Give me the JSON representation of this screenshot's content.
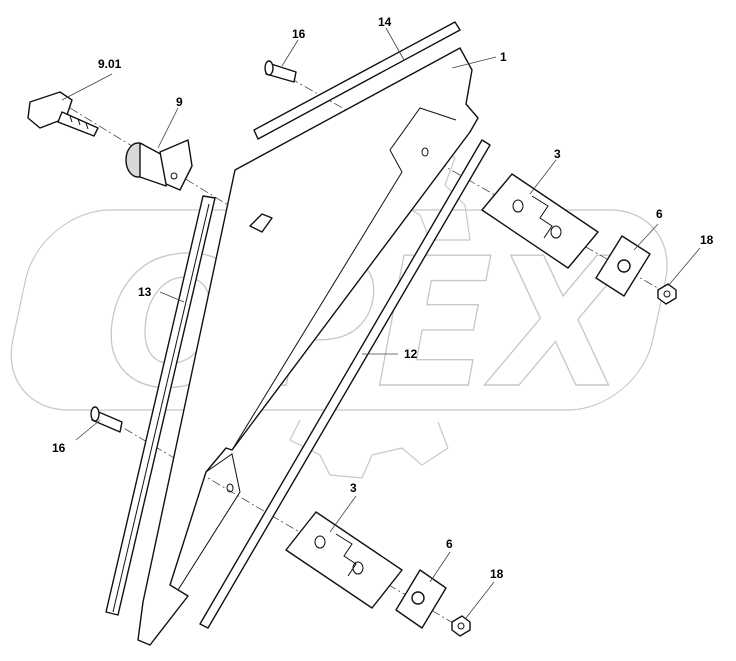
{
  "watermark": {
    "text": "OPEX"
  },
  "callouts": [
    {
      "id": "c-9-01",
      "label": "9.01"
    },
    {
      "id": "c-9",
      "label": "9"
    },
    {
      "id": "c-16-top",
      "label": "16"
    },
    {
      "id": "c-14",
      "label": "14"
    },
    {
      "id": "c-1",
      "label": "1"
    },
    {
      "id": "c-3-top",
      "label": "3"
    },
    {
      "id": "c-6-top",
      "label": "6"
    },
    {
      "id": "c-18-top",
      "label": "18"
    },
    {
      "id": "c-13",
      "label": "13"
    },
    {
      "id": "c-12",
      "label": "12"
    },
    {
      "id": "c-16-bottom",
      "label": "16"
    },
    {
      "id": "c-3-bottom",
      "label": "3"
    },
    {
      "id": "c-6-bottom",
      "label": "6"
    },
    {
      "id": "c-18-bottom",
      "label": "18"
    }
  ]
}
